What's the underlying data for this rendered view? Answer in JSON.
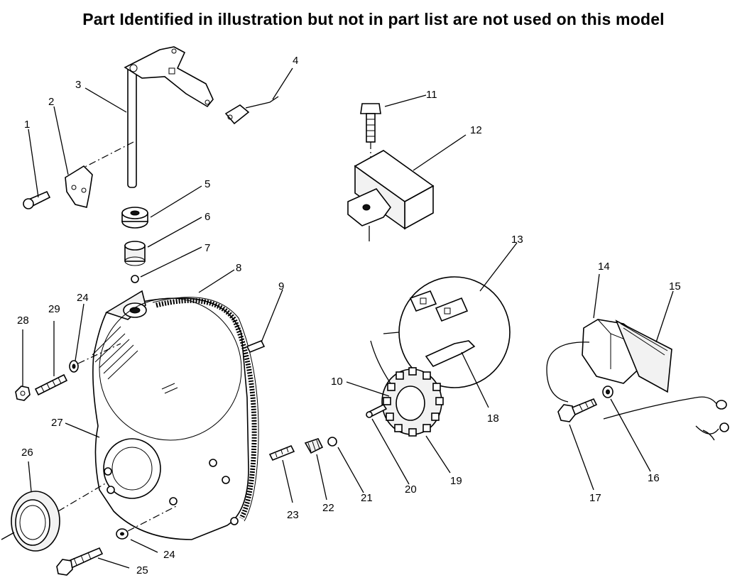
{
  "title": "Part Identified in illustration but not in part list are not used on this model",
  "callouts": [
    "1",
    "2",
    "3",
    "4",
    "5",
    "6",
    "7",
    "8",
    "9",
    "10",
    "11",
    "12",
    "13",
    "14",
    "15",
    "16",
    "17",
    "18",
    "19",
    "20",
    "21",
    "22",
    "23",
    "24",
    "24",
    "25",
    "26",
    "27",
    "28",
    "29"
  ]
}
